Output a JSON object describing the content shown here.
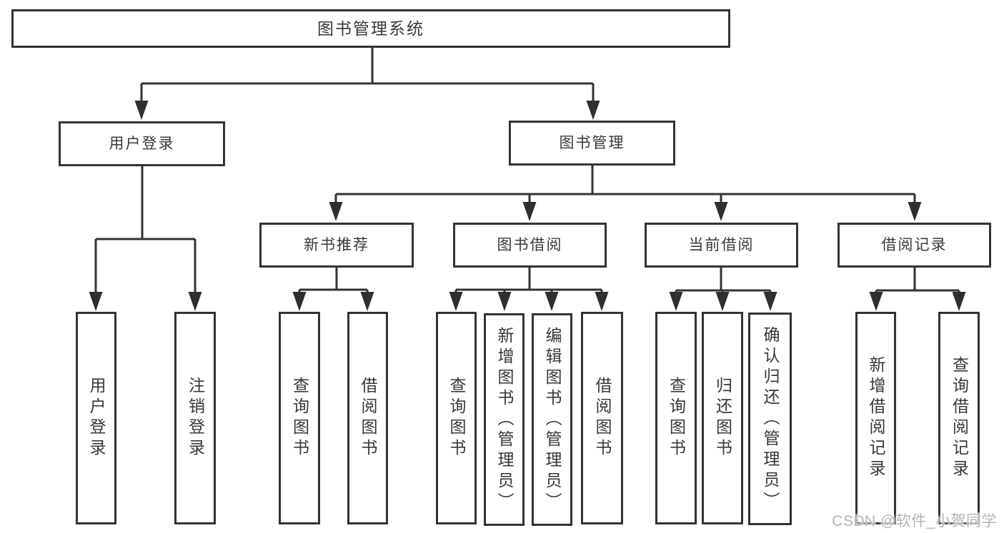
{
  "diagram": {
    "root": {
      "label": "图书管理系统"
    },
    "level2": [
      {
        "id": "user-login",
        "label": "用户登录"
      },
      {
        "id": "book-management",
        "label": "图书管理"
      }
    ],
    "level3": [
      {
        "id": "new-book-recommend",
        "label": "新书推荐"
      },
      {
        "id": "book-borrow",
        "label": "图书借阅"
      },
      {
        "id": "current-borrow",
        "label": "当前借阅"
      },
      {
        "id": "borrow-records",
        "label": "借阅记录"
      }
    ],
    "leaves": [
      {
        "id": "user-login",
        "label": "用户登录",
        "parent": "用户登录"
      },
      {
        "id": "logout",
        "label": "注销登录",
        "parent": "用户登录"
      },
      {
        "id": "query-books-1",
        "label": "查询图书",
        "parent": "新书推荐"
      },
      {
        "id": "borrow-books-1",
        "label": "借阅图书",
        "parent": "新书推荐"
      },
      {
        "id": "query-books-2",
        "label": "查询图书",
        "parent": "图书借阅"
      },
      {
        "id": "add-book-admin",
        "label": "新增图书（管理员）",
        "parent": "图书借阅"
      },
      {
        "id": "edit-book-admin",
        "label": "编辑图书（管理员）",
        "parent": "图书借阅"
      },
      {
        "id": "borrow-books-2",
        "label": "借阅图书",
        "parent": "图书借阅"
      },
      {
        "id": "query-books-3",
        "label": "查询图书",
        "parent": "当前借阅"
      },
      {
        "id": "return-book",
        "label": "归还图书",
        "parent": "当前借阅"
      },
      {
        "id": "confirm-return-admin",
        "label": "确认归还（管理员）",
        "parent": "当前借阅"
      },
      {
        "id": "add-borrow-record",
        "label": "新增借阅记录",
        "parent": "借阅记录"
      },
      {
        "id": "query-borrow-record",
        "label": "查询借阅记录",
        "parent": "借阅记录"
      }
    ]
  },
  "watermark": {
    "text": "CSDN @软件_小贺同学"
  },
  "colors": {
    "line": "#333333",
    "text": "#383838",
    "background": "#ffffff",
    "watermark": "#b4b4b4"
  }
}
